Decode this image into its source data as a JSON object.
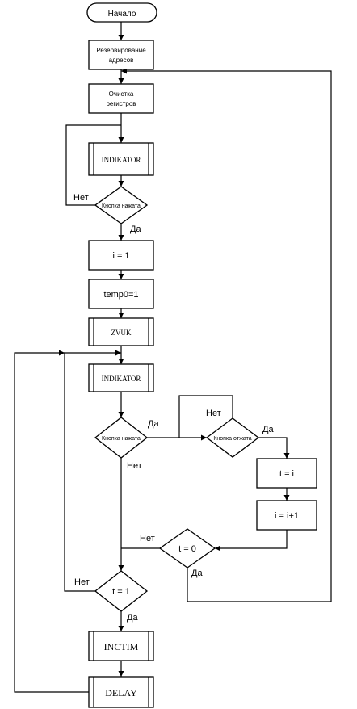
{
  "flowchart": {
    "start": "Начало",
    "reserve": [
      "Резервирование",
      "адресов"
    ],
    "clear": [
      "Очистка",
      "регистров"
    ],
    "indicator1": "INDIKATOR",
    "button_pressed_1": "Кнопка нажата",
    "no_1": "Нет",
    "yes_1": "Да",
    "i_eq_1": "i = 1",
    "temp0": "temp0=1",
    "zvuk": "ZVUK",
    "indicator2": "INDIKATOR",
    "button_pressed_2": "Кнопка нажата",
    "yes_2": "Да",
    "no_2": "Нет",
    "button_released": "Кнопка отжата",
    "no_3": "Нет",
    "yes_3": "Да",
    "t_eq_i": "t = i",
    "i_inc": "i = i+1",
    "t_eq_0": "t = 0",
    "no_4": "Нет",
    "yes_4": "Да",
    "t_eq_1": "t = 1",
    "no_5": "Нет",
    "yes_5": "Да",
    "inctim": "INCTIM",
    "delay": "DELAY"
  }
}
